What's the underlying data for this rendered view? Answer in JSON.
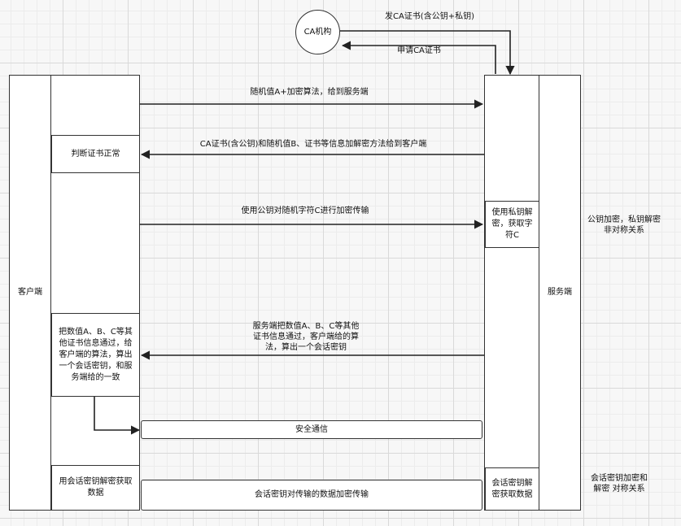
{
  "ca": {
    "name": "CA机构",
    "issue_label": "发CA证书(含公钥+私钥)",
    "apply_label": "申请CA证书"
  },
  "client": {
    "name": "客户端",
    "verify_cert": "判断证书正常",
    "compute_key": "把数值A、B、C等其他证书信息通过，给客户端的算法，算出一个会话密钥，和服务端给的一致",
    "decrypt": "用会话密钥解密获取数据"
  },
  "server": {
    "name": "服务端",
    "decrypt_private": "使用私钥解密，获取字符C",
    "decrypt_session": "会话密钥解密获取数据"
  },
  "messages": {
    "send_random_a": "随机值A+加密算法，给到服务端",
    "send_cert": "CA证书(含公钥)和随机值B、证书等信息加解密方法给到客户端",
    "send_c": "使用公钥对随机字符C进行加密传输",
    "server_compute": "服务端把数值A、B、C等其他证书信息通过，客户端给的算法，算出一个会话密钥",
    "secure_comm": "安全通信",
    "session_transfer": "会话密钥对传输的数据加密传输"
  },
  "notes": {
    "asymmetric": "公钥加密，私钥解密 非对称关系",
    "symmetric": "会话密钥加密和解密 对称关系"
  }
}
